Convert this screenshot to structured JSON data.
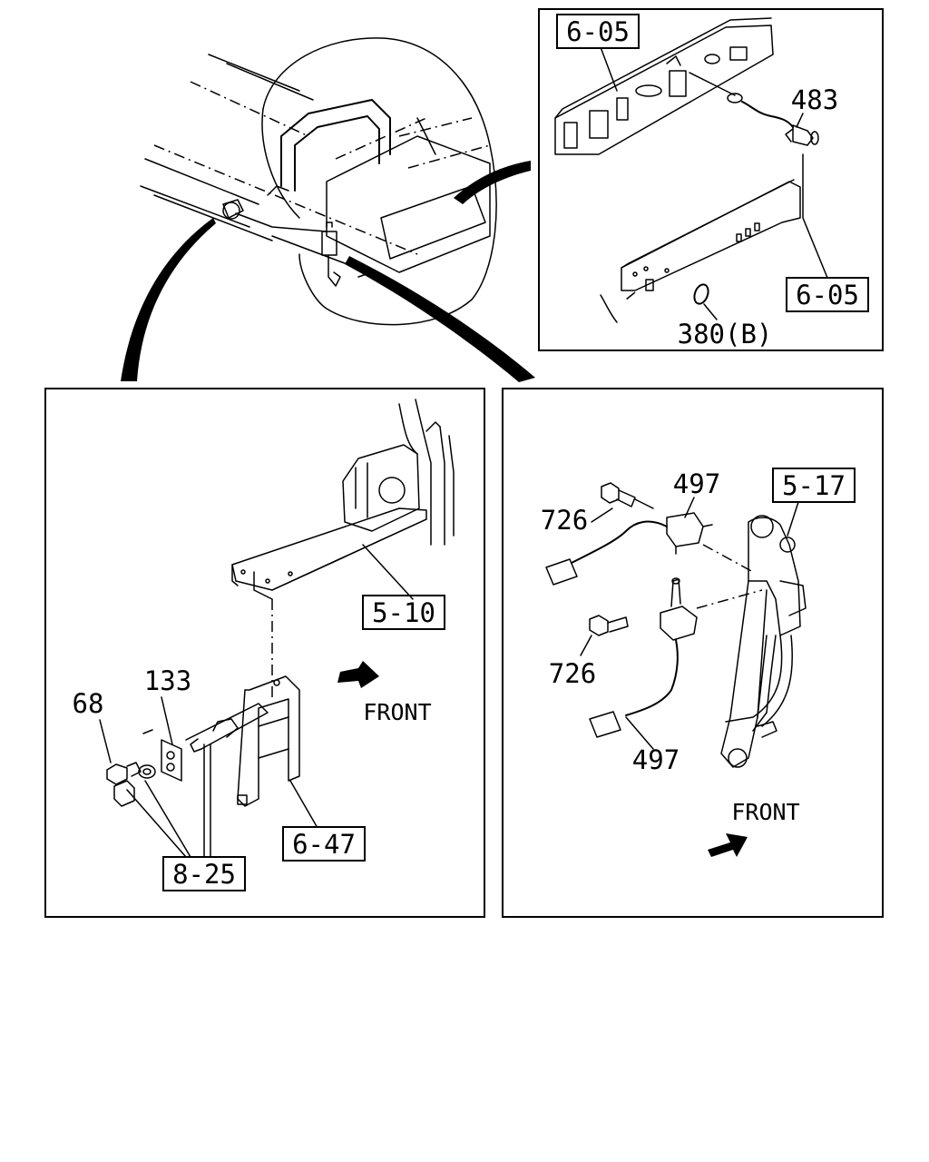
{
  "diagram": {
    "callouts": {
      "ref_6_05_top": "6-05",
      "part_483": "483",
      "ref_6_05_bottom": "6-05",
      "part_380b": "380(B)",
      "ref_5_10": "5-10",
      "front_left": "FRONT",
      "part_133": "133",
      "part_68": "68",
      "ref_6_47": "6-47",
      "ref_8_25": "8-25",
      "part_497_top": "497",
      "part_726_top": "726",
      "ref_5_17": "5-17",
      "part_726_bottom": "726",
      "part_497_bottom": "497",
      "front_right": "FRONT"
    },
    "icons": {
      "front_arrow_left": "front-arrow-icon",
      "front_arrow_right": "front-arrow-icon"
    }
  }
}
